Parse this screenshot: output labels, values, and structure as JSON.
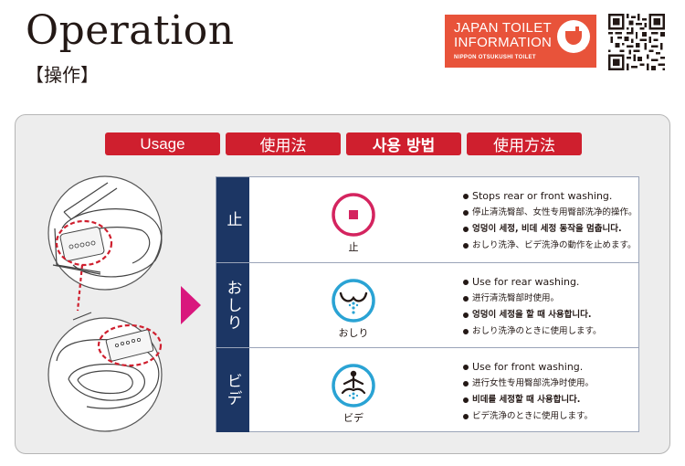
{
  "header": {
    "title": "Operation",
    "subtitle": "【操作】"
  },
  "brand": {
    "line1": "JAPAN TOILET",
    "line2": "INFORMATION",
    "line3": "NIPPON OTSUKUSHI TOILET",
    "color": "#e8533a"
  },
  "tabs": [
    {
      "label": "Usage"
    },
    {
      "label": "使用法"
    },
    {
      "label": "사용 방법"
    },
    {
      "label": "使用方法"
    }
  ],
  "rows": [
    {
      "header": "止",
      "icon": "stop-icon",
      "icon_label": "止",
      "lines": [
        "Stops rear or front washing.",
        "停止清洗臀部、女性专用臀部洗净的操作。",
        "엉덩이 세정, 비데 세정 동작을 멈춥니다.",
        "おしり洗浄、ビデ洗浄の動作を止めます。"
      ]
    },
    {
      "header": "おしり",
      "icon": "rear-wash-icon",
      "icon_label": "おしり",
      "lines": [
        "Use for rear washing.",
        "进行清洗臀部时使用。",
        "엉덩이 세정을 할 때 사용합니다.",
        "おしり洗浄のときに使用します。"
      ]
    },
    {
      "header": "ビデ",
      "icon": "bidet-icon",
      "icon_label": "ビデ",
      "lines": [
        "Use for front washing.",
        "进行女性专用臀部洗净时使用。",
        "비데를 세정할 때 사용합니다.",
        "ビデ洗浄のときに使用します。"
      ]
    }
  ],
  "colors": {
    "accent_red": "#cf1f2e",
    "navy": "#1c3664",
    "stop_pink": "#d4245f",
    "wash_blue": "#2aa3d4",
    "arrow_magenta": "#d9177d"
  }
}
